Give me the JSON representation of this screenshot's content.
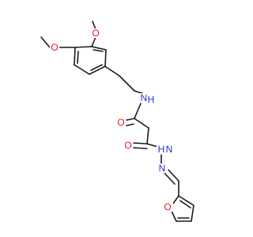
{
  "molecule": {
    "atom_labels": {
      "o_methoxy_top": "O",
      "o_methoxy_left": "O",
      "n_amide": "N",
      "h_amide": "H",
      "o_carbonyl_1": "O",
      "o_carbonyl_2": "O",
      "n_hydrazide": "N",
      "h_hydrazide": "H",
      "n_imine": "N",
      "o_furan": "O"
    },
    "colors": {
      "bond": "#1a1a1a",
      "oxygen": "#e8191f",
      "nitrogen": "#2234c8",
      "carbon": "#1a1a1a"
    }
  }
}
